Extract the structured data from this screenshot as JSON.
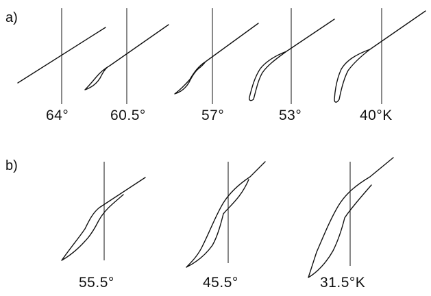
{
  "panel_a": {
    "label": "a)",
    "temperatures": [
      "64°",
      "60.5°",
      "57°",
      "53°",
      "40°K"
    ]
  },
  "panel_b": {
    "label": "b)",
    "temperatures": [
      "55.5°",
      "45.5°",
      "31.5°K"
    ]
  }
}
